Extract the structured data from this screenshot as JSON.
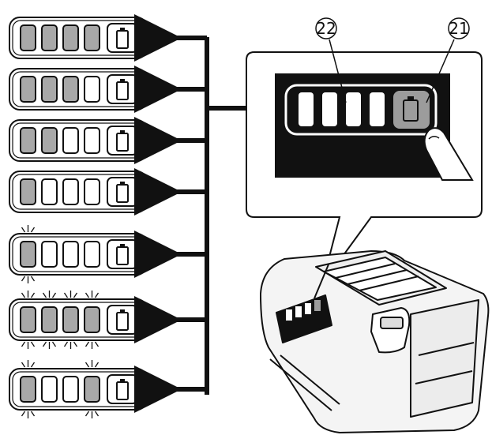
{
  "callouts": {
    "display": "22",
    "check_button": "21"
  },
  "indicator_states": [
    {
      "lit": [
        1,
        1,
        1,
        1
      ],
      "blink": [
        0,
        0,
        0,
        0
      ]
    },
    {
      "lit": [
        1,
        1,
        1,
        0
      ],
      "blink": [
        0,
        0,
        0,
        0
      ]
    },
    {
      "lit": [
        1,
        1,
        0,
        0
      ],
      "blink": [
        0,
        0,
        0,
        0
      ]
    },
    {
      "lit": [
        1,
        0,
        0,
        0
      ],
      "blink": [
        0,
        0,
        0,
        0
      ]
    },
    {
      "lit": [
        1,
        0,
        0,
        0
      ],
      "blink": [
        1,
        0,
        0,
        0
      ]
    },
    {
      "lit": [
        1,
        1,
        1,
        1
      ],
      "blink": [
        1,
        1,
        1,
        1
      ]
    },
    {
      "lit": [
        1,
        0,
        0,
        1
      ],
      "blink": [
        1,
        0,
        0,
        1
      ]
    }
  ],
  "colors": {
    "lit_segment": "#a8a8a8",
    "unlit_segment": "#ffffff",
    "panel_dark": "#111111",
    "battery_body": "#f4f4f4",
    "outline": "#111111"
  },
  "icons": {
    "battery": "battery-icon",
    "finger": "finger-icon",
    "arrow": "arrow-left-icon"
  }
}
